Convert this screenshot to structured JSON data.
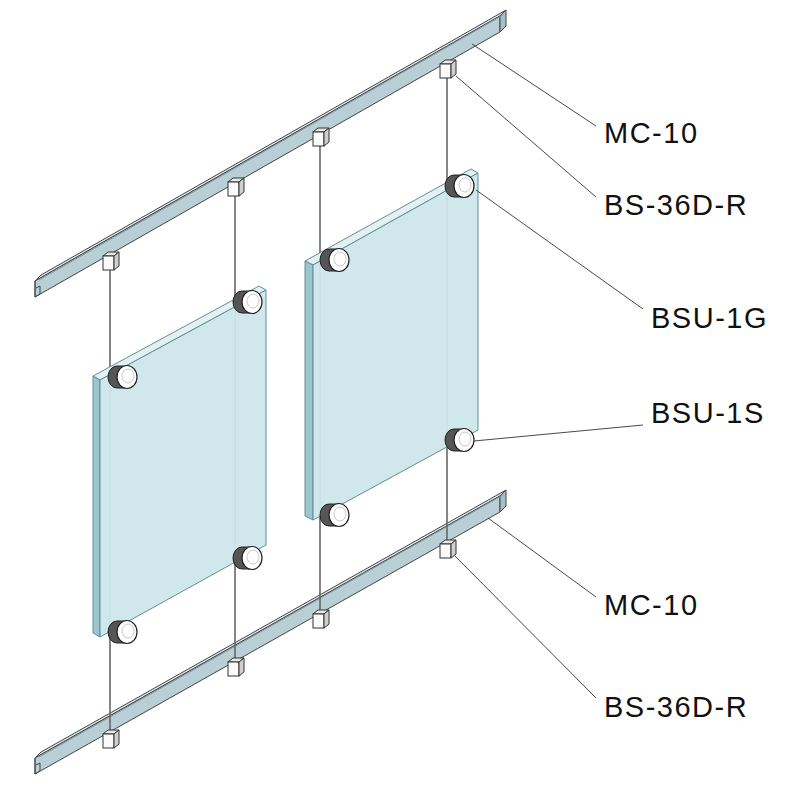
{
  "diagram": {
    "labels": [
      "MC-10",
      "BS-36D-R",
      "BSU-1G",
      "BSU-1S",
      "MC-10",
      "BS-36D-R"
    ]
  }
}
